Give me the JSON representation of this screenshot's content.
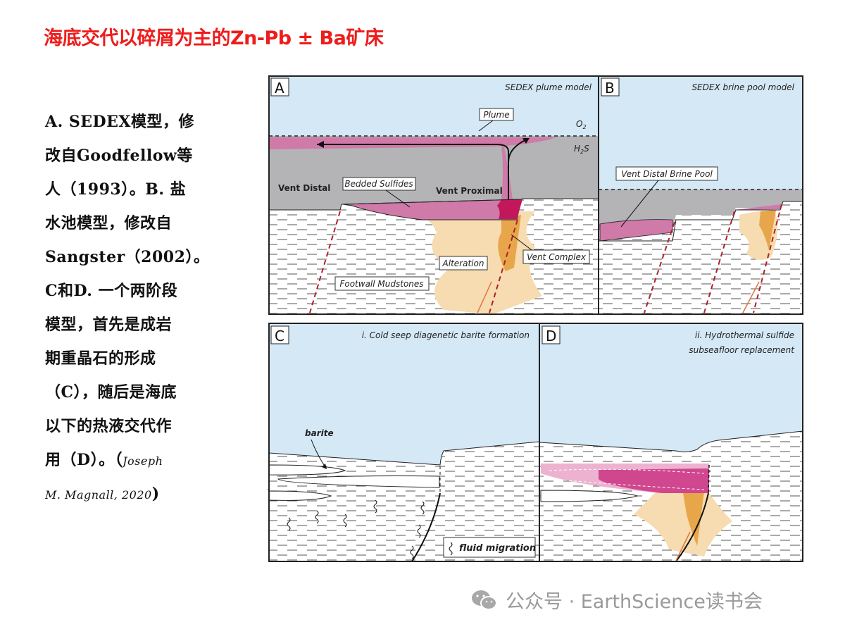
{
  "title": "海底交代以碎屑为主的Zn-Pb ± Ba矿床",
  "caption": {
    "lines": [
      "A. SEDEX模型，修",
      "改自Goodfellow等",
      "人（1993）。B. 盐",
      "水池模型，修改自",
      "Sangster（2002）。",
      "C和D. 一个两阶段",
      "模型，首先是成岩",
      "期重晶石的形成",
      "（C），随后是海底",
      "以下的热液交代作",
      "用（D）。（"
    ],
    "cite_a": "Joseph",
    "cite_b": "M. Magnall, 2020",
    "cite_close": ")"
  },
  "panels": {
    "A": {
      "letter": "A",
      "title": "SEDEX plume model",
      "plume": "Plume",
      "o2": "O",
      "o2_sub": "2",
      "h2s": "H",
      "h2s_sub": "2",
      "h2s_s": "S",
      "vent_distal": "Vent Distal",
      "vent_proximal": "Vent Proximal",
      "bedded_sulfides": "Bedded Sulfides",
      "vent_complex": "Vent Complex",
      "alteration": "Alteration",
      "footwall": "Footwall Mudstones"
    },
    "B": {
      "letter": "B",
      "title": "SEDEX brine pool model",
      "brine_pool": "Vent Distal Brine Pool"
    },
    "C": {
      "letter": "C",
      "title": "i. Cold seep diagenetic barite formation",
      "barite": "barite",
      "legend": "fluid migration"
    },
    "D": {
      "letter": "D",
      "title_1": "ii. Hydrothermal sulfide",
      "title_2": "subseafloor replacement"
    }
  },
  "colors": {
    "title": "#ee1c1c",
    "sky": "#d4e8f5",
    "gray": "#b4b4b6",
    "pink": "#cf7aa8",
    "magenta": "#c2185b",
    "tan": "#f6dcb0",
    "orange": "#e8a64a",
    "fault": "#b0202a"
  },
  "watermark": "公众号 · EarthScience读书会"
}
